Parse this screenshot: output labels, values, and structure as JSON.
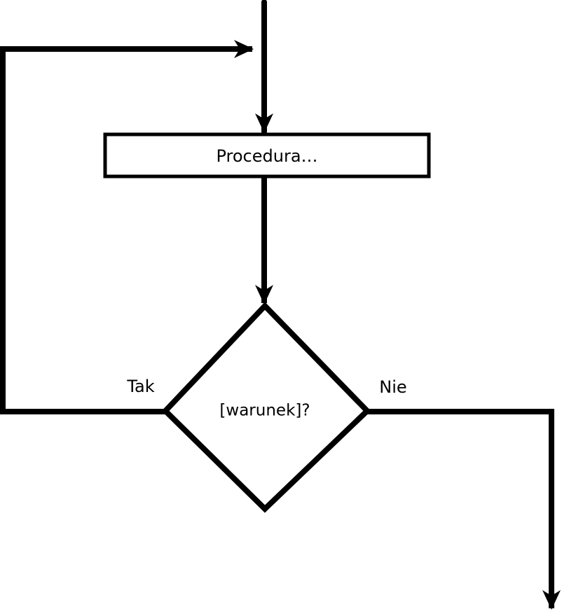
{
  "flowchart": {
    "process_label": "Procedura…",
    "decision_label": "[warunek]?",
    "yes_label": "Tak",
    "no_label": "Nie",
    "stroke_color": "#000000",
    "shape_fill_color": "#ffffff",
    "text_color": "#000000"
  }
}
